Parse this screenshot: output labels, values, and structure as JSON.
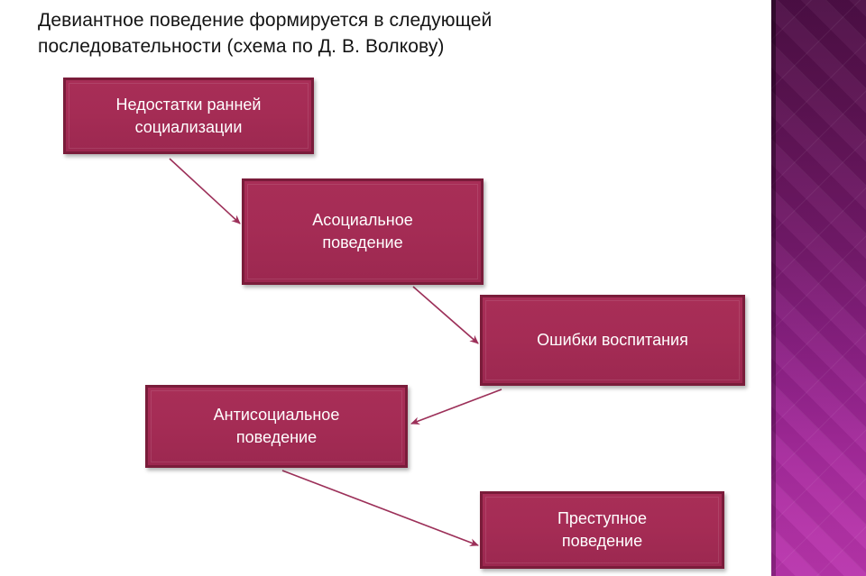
{
  "slide": {
    "title": "Девиантное поведение формируется в следующей\nпоследовательности (схема по Д. В. Волкову)",
    "background_color": "#ffffff"
  },
  "theme": {
    "node_fill": "#a52c55",
    "node_border": "#7a1c3a",
    "node_text_color": "#ffffff",
    "connector_color": "#9c3059",
    "title_color": "#141414",
    "sidebar_top_color": "#4d0f46",
    "sidebar_bottom_color": "#b935ad"
  },
  "sidebar": {
    "name": "decorative-sidebar",
    "pattern": "diamond-lattice",
    "gradient": [
      "#4d0f46",
      "#73196a",
      "#a52a9c",
      "#b935ad"
    ]
  },
  "diagram": {
    "type": "flowchart",
    "direction": "cascading-down",
    "nodes": [
      {
        "id": "n0",
        "label": "Недостатки ранней\nсоциализации",
        "order": 1
      },
      {
        "id": "n1",
        "label": "Асоциальное\nповедение",
        "order": 2
      },
      {
        "id": "n2",
        "label": "Ошибки воспитания",
        "order": 3
      },
      {
        "id": "n3",
        "label": "Антисоциальное\nповедение",
        "order": 4
      },
      {
        "id": "n4",
        "label": "Преступное\nповедение",
        "order": 5
      }
    ],
    "edges": [
      {
        "id": "e0",
        "from": "n0",
        "to": "n1",
        "label": ""
      },
      {
        "id": "e1",
        "from": "n1",
        "to": "n2",
        "label": ""
      },
      {
        "id": "e2",
        "from": "n2",
        "to": "n3",
        "label": ""
      },
      {
        "id": "e3",
        "from": "n3",
        "to": "n4",
        "label": ""
      }
    ]
  }
}
